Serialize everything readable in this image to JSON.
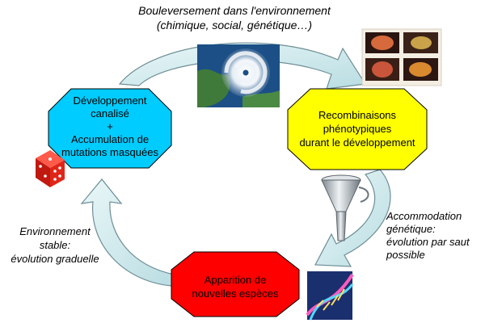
{
  "top_caption": {
    "line1": "Bouleversement dans l'environnement",
    "line2": "(chimique, social, génétique…)"
  },
  "nodes": {
    "canalized": {
      "lines": [
        "Développement",
        "canalisé",
        "+",
        "Accumulation de",
        "mutations masquées"
      ],
      "color": "#00CCFF"
    },
    "recombinations": {
      "lines": [
        "Recombinaisons",
        "phénotypiques",
        "durant le développement"
      ],
      "color": "#FFFF00"
    },
    "new_species": {
      "lines": [
        "Apparition de",
        "nouvelles espèces"
      ],
      "color": "#FF0000"
    }
  },
  "side_captions": {
    "stable_env": {
      "lines": [
        "Environnement",
        "stable:",
        "évolution graduelle"
      ]
    },
    "accommodation": {
      "lines": [
        "Accommodation",
        "génétique:",
        "évolution par saut",
        "possible"
      ]
    }
  },
  "arrow_color": "#C9E9EC",
  "icons": {
    "hurricane": "hurricane-satellite-icon",
    "embryos": "embryo-photos-icon",
    "dice": "dice-icon",
    "funnel": "funnel-icon",
    "dna": "dna-helix-icon"
  }
}
